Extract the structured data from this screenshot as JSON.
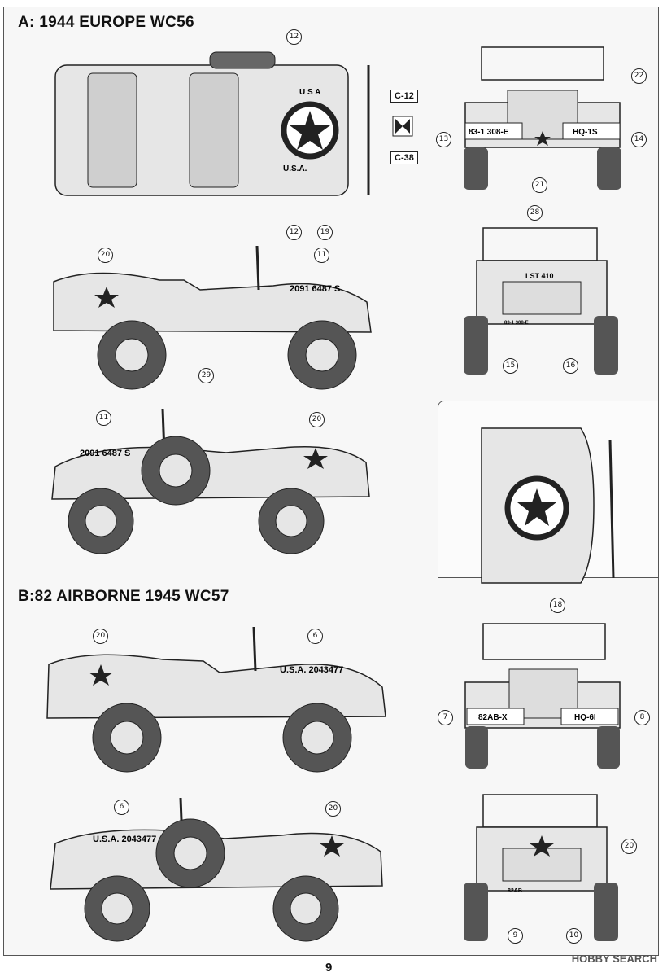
{
  "sections": [
    {
      "title": "A: 1944 EUROPE  WC56"
    },
    {
      "title": "B:82 AIRBORNE 1945  WC57"
    }
  ],
  "callouts": {
    "a_top": [
      "12",
      "12",
      "19"
    ],
    "a_front": [
      "22",
      "13",
      "14",
      "21"
    ],
    "a_left": [
      "20",
      "11",
      "29"
    ],
    "a_rear": [
      "28",
      "15",
      "16"
    ],
    "a_right": [
      "11",
      "20"
    ],
    "a_hood": [
      "18"
    ],
    "b_left": [
      "20",
      "6"
    ],
    "b_front": [
      "7",
      "8"
    ],
    "b_right": [
      "6",
      "20"
    ],
    "b_rear": [
      "20",
      "9",
      "10"
    ]
  },
  "color_chips": [
    "C-12",
    "C-38"
  ],
  "markings": {
    "a_front_left_plate": "83-1 308-E",
    "a_front_right_plate": "HQ-1S",
    "a_hood_top": "U S A",
    "a_hood_bottom": "U.S.A.",
    "a_side_number": "2091 6487 S",
    "a_rear_plate": "LST 410",
    "a_rear_small_plate": "83-1 308-E",
    "b_side_number": "U.S.A. 2043477",
    "b_front_left_plate": "82AB-X",
    "b_front_right_plate": "HQ-6I",
    "b_rear_small_plate": "82AB"
  },
  "page_number": "9",
  "watermark": "HOBBY SEARCH",
  "colors": {
    "ink": "#222222",
    "vehicle_fill": "#e6e6e6",
    "tire_fill": "#555555",
    "paper": "#f7f7f7"
  }
}
